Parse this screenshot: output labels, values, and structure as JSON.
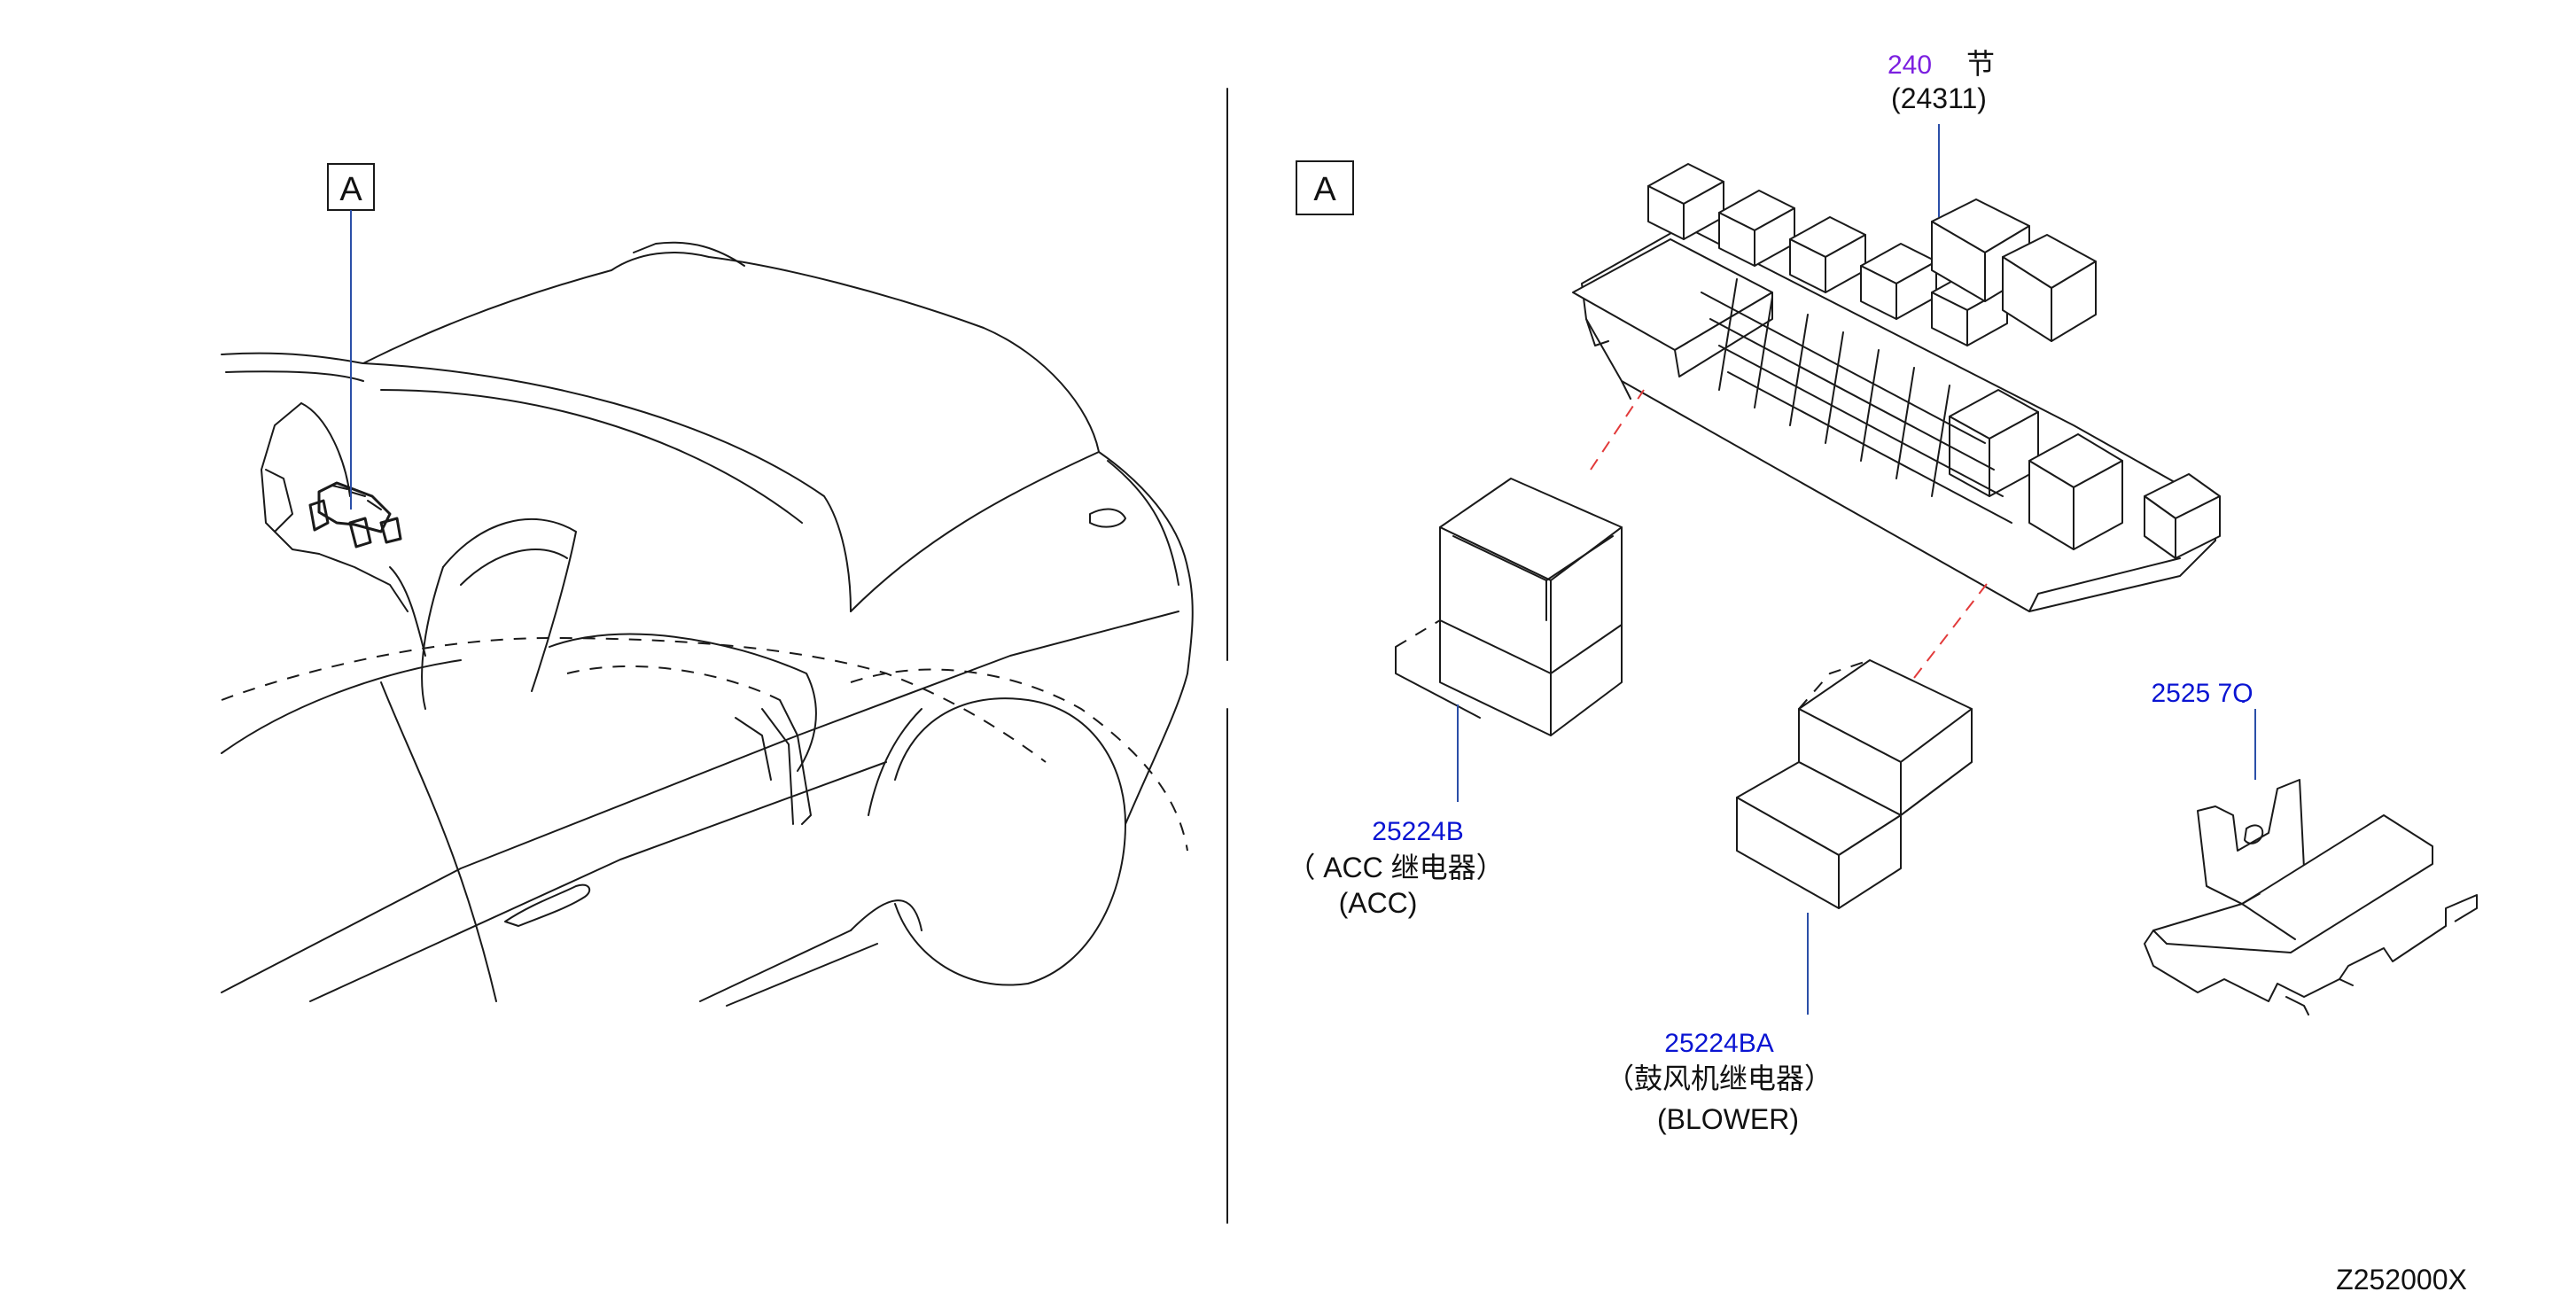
{
  "view_label_left": "A",
  "view_label_right": "A",
  "parts": {
    "junction_block": {
      "ref": "240",
      "ref_suffix": "节",
      "part_no": "(24311)",
      "ref_color": "#7b1fe0"
    },
    "acc_relay": {
      "ref": "25224B",
      "name_cn": "（ ACC  继电器）",
      "name_en": "(ACC)"
    },
    "blower_relay": {
      "ref": "25224BA",
      "name_cn": "（鼓风机继电器）",
      "name_en": "(BLOWER)"
    },
    "bracket": {
      "ref": "2525 7Q"
    }
  },
  "drawing_code": "Z252000X",
  "colors": {
    "callout": "#0a14d2",
    "leader": "#2b4fa8",
    "dashed_link": "#e23a3a"
  }
}
